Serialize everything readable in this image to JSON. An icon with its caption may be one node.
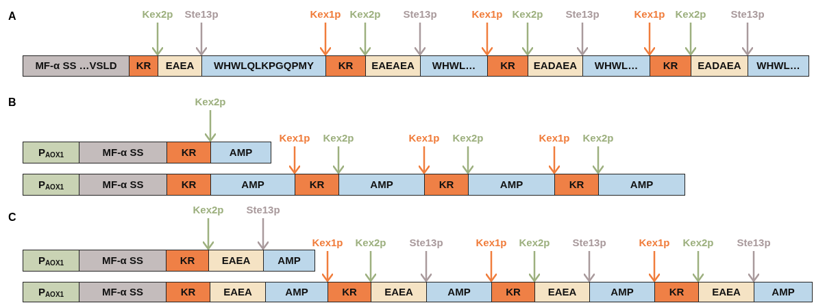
{
  "diagram": {
    "nodes": [
      {
        "text": [
          "Kex2p"
        ]
      },
      {
        "text": [
          "Ste13p"
        ]
      },
      {
        "text": [
          "Kex1p"
        ]
      },
      {
        "text": [
          "Kex2p"
        ]
      },
      {
        "text": [
          "Ste13p"
        ]
      },
      {
        "text": [
          "Kex1p"
        ]
      },
      {
        "text": [
          "Kex2p"
        ]
      },
      {
        "text": [
          "Ste13p"
        ]
      },
      {
        "text": [
          "Kex1p"
        ]
      },
      {
        "text": [
          "Kex2p"
        ]
      },
      {
        "text": [
          "Ste13p"
        ]
      },
      {
        "text": [
          "MF-α SS …VSLD"
        ]
      },
      {
        "text": [
          "KR"
        ]
      },
      {
        "text": [
          "EAEA"
        ]
      },
      {
        "text": [
          "WHWLQLKPGQPMY"
        ]
      },
      {
        "text": [
          "KR"
        ]
      },
      {
        "text": [
          "EAEAEA"
        ]
      },
      {
        "text": [
          "WHWL…"
        ]
      },
      {
        "text": [
          "KR"
        ]
      },
      {
        "text": [
          "EADAEA"
        ]
      },
      {
        "text": [
          "WHWL…"
        ]
      },
      {
        "text": [
          "KR"
        ]
      },
      {
        "text": [
          "EADAEA"
        ]
      },
      {
        "text": [
          "WHWL…"
        ]
      },
      {
        "text": [
          "Kex2p"
        ]
      },
      {
        "text": [
          "P$_{AOX1}$"
        ]
      },
      {
        "text": [
          "MF-α SS"
        ]
      },
      {
        "text": [
          "KR"
        ]
      },
      {
        "text": [
          "AMP"
        ]
      },
      {
        "text": [
          "Kex1p"
        ]
      },
      {
        "text": [
          "Kex2p"
        ]
      },
      {
        "text": [
          "Kex1p"
        ]
      },
      {
        "text": [
          "Kex2p"
        ]
      },
      {
        "text": [
          "Kex1p"
        ]
      },
      {
        "text": [
          "Kex2p"
        ]
      },
      {
        "text": [
          "P$_{AOX1}$"
        ]
      },
      {
        "text": [
          "MF-α SS"
        ]
      },
      {
        "text": [
          "KR"
        ]
      },
      {
        "text": [
          "AMP"
        ]
      },
      {
        "text": [
          "KR"
        ]
      },
      {
        "text": [
          "AMP"
        ]
      },
      {
        "text": [
          "KR"
        ]
      },
      {
        "text": [
          "AMP"
        ]
      },
      {
        "text": [
          "KR"
        ]
      },
      {
        "text": [
          "AMP"
        ]
      },
      {
        "text": [
          "Kex2p"
        ]
      },
      {
        "text": [
          "Ste13p"
        ]
      },
      {
        "text": [
          "P$_{AOX1}$"
        ]
      },
      {
        "text": [
          "MF-α SS"
        ]
      },
      {
        "text": [
          "KR"
        ]
      },
      {
        "text": [
          "EAEA"
        ]
      },
      {
        "text": [
          "AMP"
        ]
      },
      {
        "text": [
          "Kex1p"
        ]
      },
      {
        "text": [
          "Kex2p"
        ]
      },
      {
        "text": [
          "Ste13p"
        ]
      },
      {
        "text": [
          "Kex1p"
        ]
      },
      {
        "text": [
          "Kex2p"
        ]
      },
      {
        "text": [
          "Ste13p"
        ]
      },
      {
        "text": [
          "Kex1p"
        ]
      },
      {
        "text": [
          "Kex2p"
        ]
      },
      {
        "text": [
          "Ste13p"
        ]
      },
      {
        "text": [
          "P$_{AOX1}$"
        ]
      },
      {
        "text": [
          "MF-α SS"
        ]
      },
      {
        "text": [
          "KR"
        ]
      },
      {
        "text": [
          "EAEA"
        ]
      },
      {
        "text": [
          "AMP"
        ]
      },
      {
        "text": [
          "KR"
        ]
      },
      {
        "text": [
          "EAEA"
        ]
      },
      {
        "text": [
          "AMP"
        ]
      },
      {
        "text": [
          "KR"
        ]
      },
      {
        "text": [
          "EAEA"
        ]
      },
      {
        "text": [
          "AMP"
        ]
      },
      {
        "text": [
          "KR"
        ]
      },
      {
        "text": [
          "EAEA"
        ]
      },
      {
        "text": [
          "AMP"
        ]
      }
    ],
    "edges": [
      {
        "from": 0,
        "to": 13,
        "arrow": "to"
      },
      {
        "from": 1,
        "to": 14,
        "arrow": "to",
        "color": "#a99a9c"
      },
      {
        "from": 2,
        "to": 15,
        "arrow": "to",
        "color": "#f07d3c"
      },
      {
        "from": 3,
        "to": 16,
        "arrow": "to"
      },
      {
        "from": 4,
        "to": 17,
        "arrow": "to",
        "color": "#a99a9c"
      },
      {
        "from": 5,
        "to": 18,
        "arrow": "to",
        "color": "#f07d3c"
      },
      {
        "from": 6,
        "to": 19,
        "arrow": "to"
      },
      {
        "from": 7,
        "to": 20,
        "arrow": "to",
        "color": "#a99a9c"
      },
      {
        "from": 8,
        "to": 21,
        "arrow": "to",
        "color": "#f07d3c"
      },
      {
        "from": 9,
        "to": 22,
        "arrow": "to"
      },
      {
        "from": 10,
        "to": 23,
        "arrow": "to",
        "color": "#a99a9c"
      },
      {
        "from": 24,
        "to": 28,
        "arrow": "to"
      },
      {
        "from": 29,
        "to": 39,
        "arrow": "to",
        "color": "#f07d3c"
      },
      {
        "from": 30,
        "to": 40,
        "arrow": "to"
      },
      {
        "from": 31,
        "to": 41,
        "arrow": "to",
        "color": "#f07d3c"
      },
      {
        "from": 32,
        "to": 42,
        "arrow": "to"
      },
      {
        "from": 33,
        "to": 43,
        "arrow": "to",
        "color": "#f07d3c"
      },
      {
        "from": 34,
        "to": 44,
        "arrow": "to"
      },
      {
        "from": 45,
        "to": 50,
        "arrow": "to"
      },
      {
        "from": 46,
        "to": 51,
        "arrow": "to",
        "color": "#a99a9c"
      },
      {
        "from": 52,
        "to": 66,
        "arrow": "to",
        "color": "#f07d3c"
      },
      {
        "from": 53,
        "to": 67,
        "arrow": "to"
      },
      {
        "from": 54,
        "to": 68,
        "arrow": "to",
        "color": "#a99a9c"
      },
      {
        "from": 55,
        "to": 69,
        "arrow": "to",
        "color": "#f07d3c"
      },
      {
        "from": 56,
        "to": 70,
        "arrow": "to"
      },
      {
        "from": 57,
        "to": 71,
        "arrow": "to",
        "color": "#a99a9c"
      },
      {
        "from": 58,
        "to": 72,
        "arrow": "to",
        "color": "#f07d3c"
      },
      {
        "from": 59,
        "to": 73,
        "arrow": "to"
      },
      {
        "from": 60,
        "to": 74,
        "arrow": "to",
        "color": "#a99a9c"
      }
    ],
    "labels": [
      "A",
      "B",
      "C"
    ]
  }
}
